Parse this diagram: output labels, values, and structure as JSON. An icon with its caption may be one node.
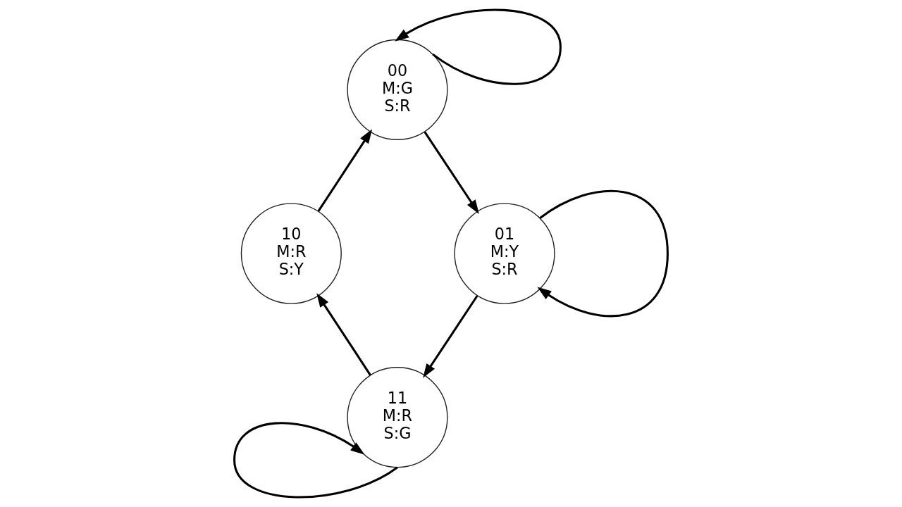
{
  "diagram": {
    "nodes": [
      {
        "text": [
          "00",
          "M:G",
          "S:R"
        ]
      },
      {
        "text": [
          "10",
          "M:R",
          "S:Y"
        ]
      },
      {
        "text": [
          "01",
          "M:Y",
          "S:R"
        ]
      },
      {
        "text": [
          "11",
          "M:R",
          "S:G"
        ]
      }
    ],
    "edges": [
      {
        "from": 0,
        "to": 0,
        "arrow": "to"
      },
      {
        "from": 1,
        "to": 0,
        "arrow": "to"
      },
      {
        "from": 0,
        "to": 2,
        "arrow": "to"
      },
      {
        "from": 2,
        "to": 2,
        "arrow": "to"
      },
      {
        "from": 3,
        "to": 1,
        "arrow": "to"
      },
      {
        "from": 2,
        "to": 3,
        "arrow": "to"
      },
      {
        "from": 3,
        "to": 3,
        "arrow": "to"
      }
    ]
  }
}
